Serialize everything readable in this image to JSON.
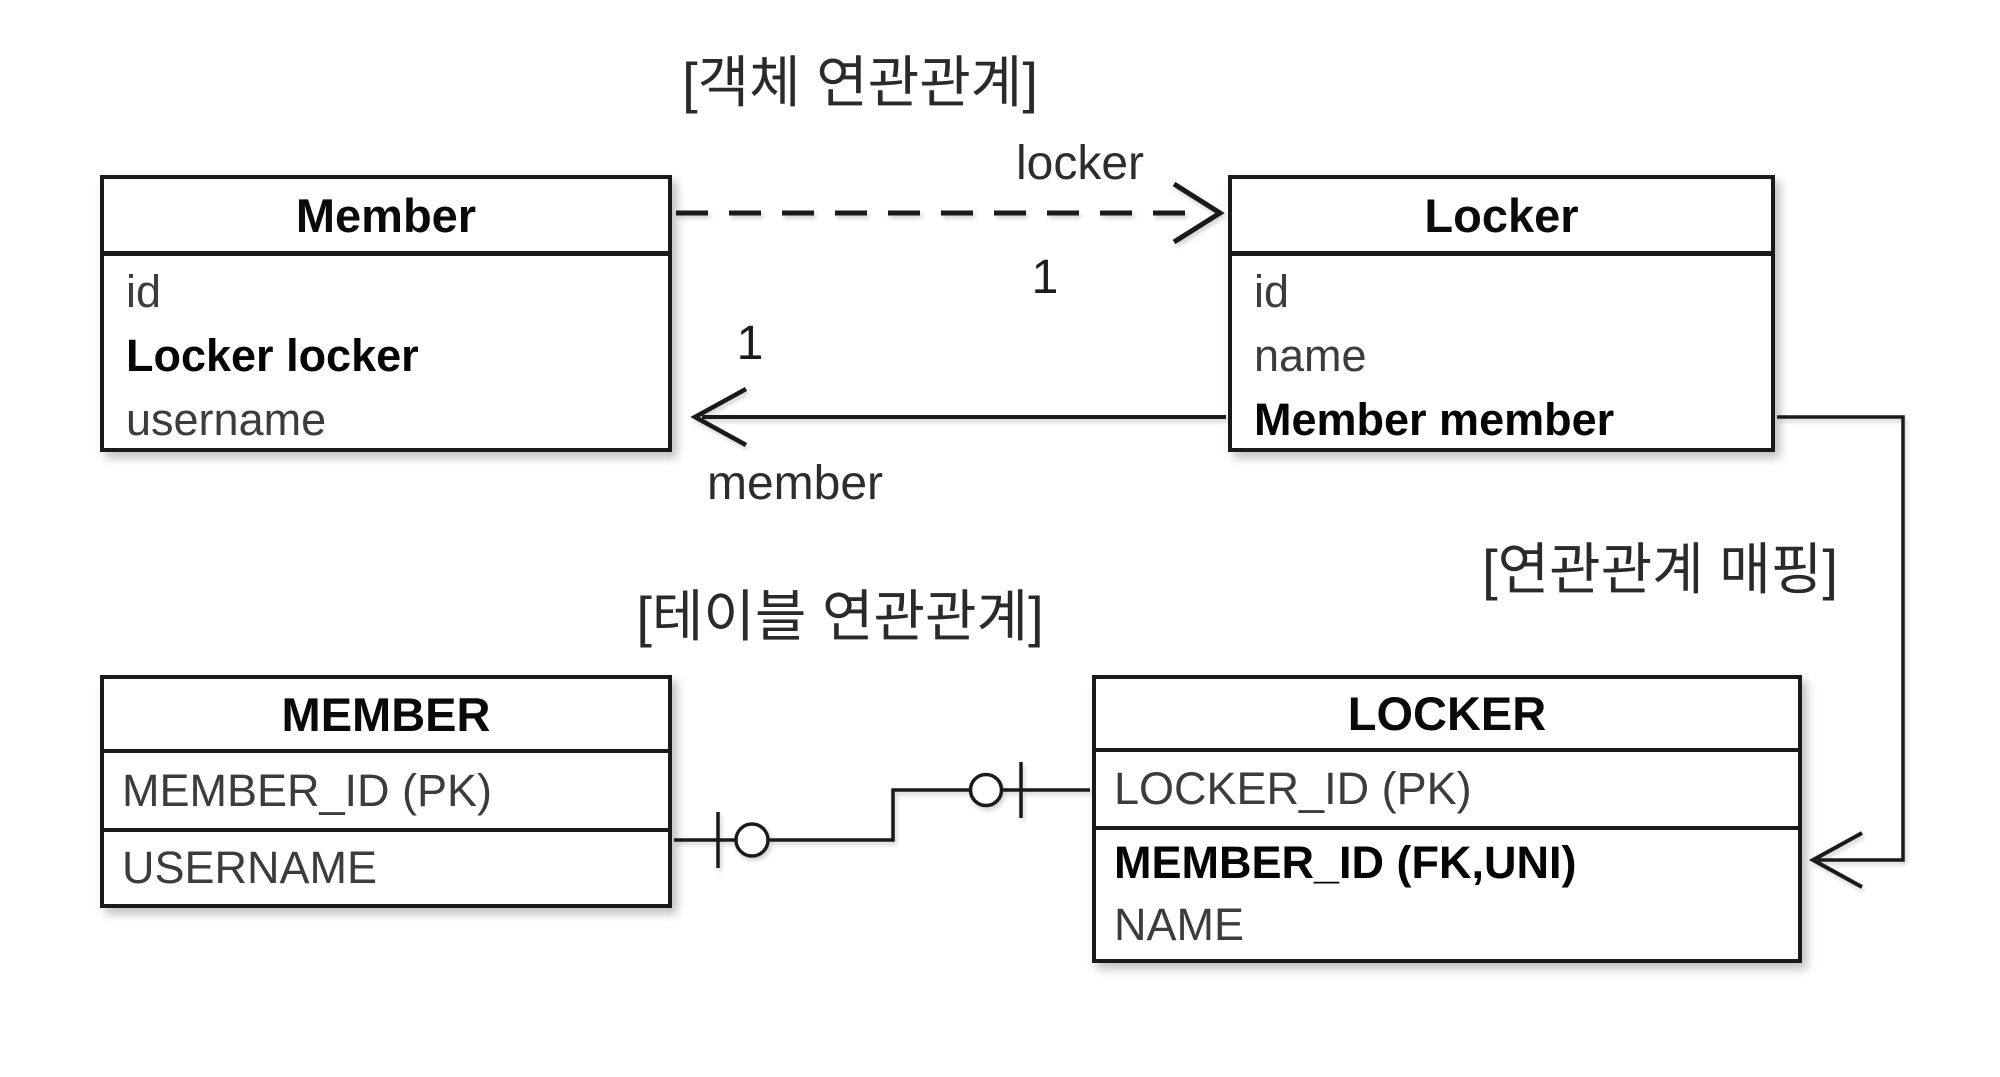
{
  "diagram": {
    "object_section_label": "[객체 연관관계]",
    "table_section_label": "[테이블 연관관계]",
    "mapping_label": "[연관관계 매핑]",
    "object_association": {
      "locker_arrow": {
        "role_label": "locker",
        "cardinality": "1"
      },
      "member_arrow": {
        "role_label": "member",
        "cardinality": "1"
      }
    },
    "classes": {
      "member": {
        "title": "Member",
        "attributes": [
          {
            "name": "id"
          },
          {
            "name": "Locker locker"
          },
          {
            "name": "username"
          }
        ]
      },
      "locker": {
        "title": "Locker",
        "attributes": [
          {
            "name": "id"
          },
          {
            "name": "name"
          },
          {
            "name": "Member member"
          }
        ]
      }
    },
    "tables": {
      "member": {
        "title": "MEMBER",
        "columns": [
          {
            "name": "MEMBER_ID (PK)"
          },
          {
            "name": "USERNAME"
          }
        ]
      },
      "locker": {
        "title": "LOCKER",
        "columns": [
          {
            "name": "LOCKER_ID (PK)"
          },
          {
            "name": "MEMBER_ID (FK,UNI)"
          },
          {
            "name": "NAME"
          }
        ]
      }
    },
    "colors": {
      "line": "#1a1a1a",
      "text": "#050505",
      "text_muted": "#3c3c3c",
      "background": "#ffffff"
    }
  }
}
